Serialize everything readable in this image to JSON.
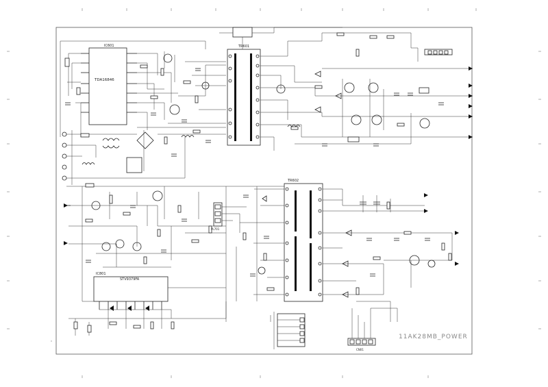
{
  "drawing": {
    "title": "11AK28MB_POWER"
  },
  "components": {
    "ic_top": {
      "ref": "IC601",
      "part": "TDA16846"
    },
    "ic_bottom": {
      "ref": "IC801",
      "part": "STV9379FA"
    },
    "tr_top": {
      "ref": "TR601"
    },
    "tr_main": {
      "ref": "TR602"
    },
    "connector": {
      "ref": "PL701"
    },
    "connector_bottom": {
      "ref": "CN01"
    }
  },
  "colors": {
    "ink": "#222222",
    "title": "#888888",
    "frame": "#555555",
    "background": "#ffffff"
  }
}
